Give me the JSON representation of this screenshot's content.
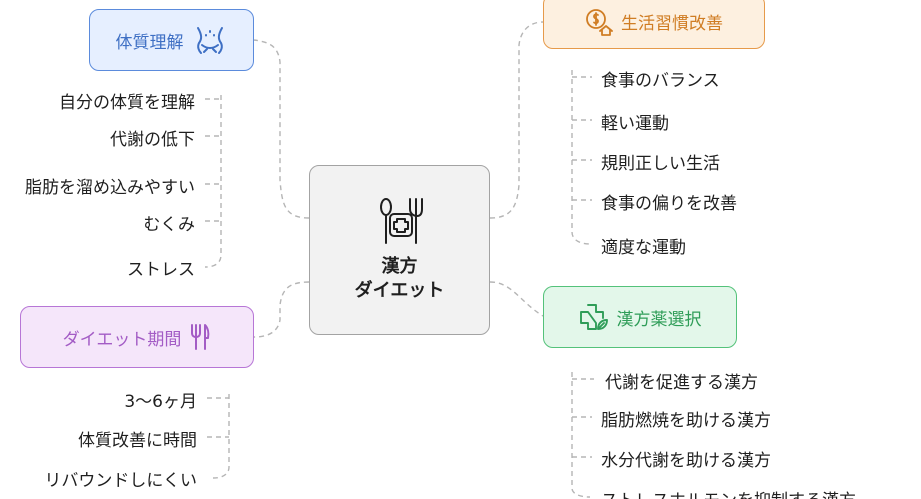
{
  "center": {
    "line1": "漢方",
    "line2": "ダイエット"
  },
  "branches": {
    "body": {
      "label": "体質理解",
      "items": [
        "自分の体質を理解",
        "代謝の低下",
        "脂肪を溜め込みやすい",
        "むくみ",
        "ストレス"
      ]
    },
    "diet": {
      "label": "ダイエット期間",
      "items": [
        "3〜6ヶ月",
        "体質改善に時間",
        "リバウンドしにくい"
      ]
    },
    "life": {
      "label": "生活習慣改善",
      "items": [
        "食事のバランス",
        "軽い運動",
        "規則正しい生活",
        "食事の偏りを改善",
        "適度な運動"
      ]
    },
    "herb": {
      "label": "漢方薬選択",
      "items": [
        "代謝を促進する漢方",
        "脂肪燃焼を助ける漢方",
        "水分代謝を助ける漢方",
        "ストレスホルモンを抑制する漢方"
      ]
    }
  },
  "colors": {
    "body": "#5b8bdc",
    "diet": "#b776d6",
    "life": "#e69a4a",
    "herb": "#54c27a",
    "connector": "#b5b5b5"
  },
  "icons": {
    "center": "fork-spoon-health-icon",
    "body": "body-figure-icon",
    "diet": "utensils-icon",
    "life": "money-home-icon",
    "herb": "herbal-cross-icon"
  }
}
